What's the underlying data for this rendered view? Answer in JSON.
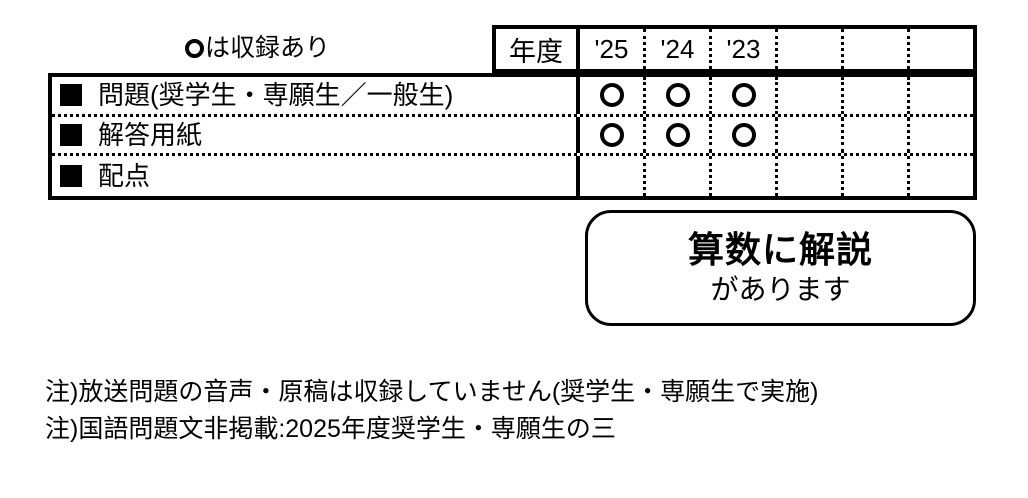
{
  "legend": {
    "icon": "circle-outline-icon",
    "text": "は収録あり"
  },
  "table": {
    "year_header_label": "年度",
    "columns": [
      "'25",
      "'24",
      "'23",
      "",
      "",
      ""
    ],
    "mark_symbol": "circle-outline-icon",
    "rows": [
      {
        "label": "問題(奨学生・専願生／一般生)",
        "marks": [
          true,
          true,
          true,
          false,
          false,
          false
        ]
      },
      {
        "label": "解答用紙",
        "marks": [
          true,
          true,
          true,
          false,
          false,
          false
        ]
      },
      {
        "label": "配点",
        "marks": [
          false,
          false,
          false,
          false,
          false,
          false
        ]
      }
    ]
  },
  "callout": {
    "line1": "算数に解説",
    "line2": "があります"
  },
  "notes": [
    "注)放送問題の音声・原稿は収録していません(奨学生・専願生で実施)",
    "注)国語問題文非掲載:2025年度奨学生・専願生の三"
  ],
  "colors": {
    "ink": "#000000",
    "paper": "#ffffff"
  }
}
